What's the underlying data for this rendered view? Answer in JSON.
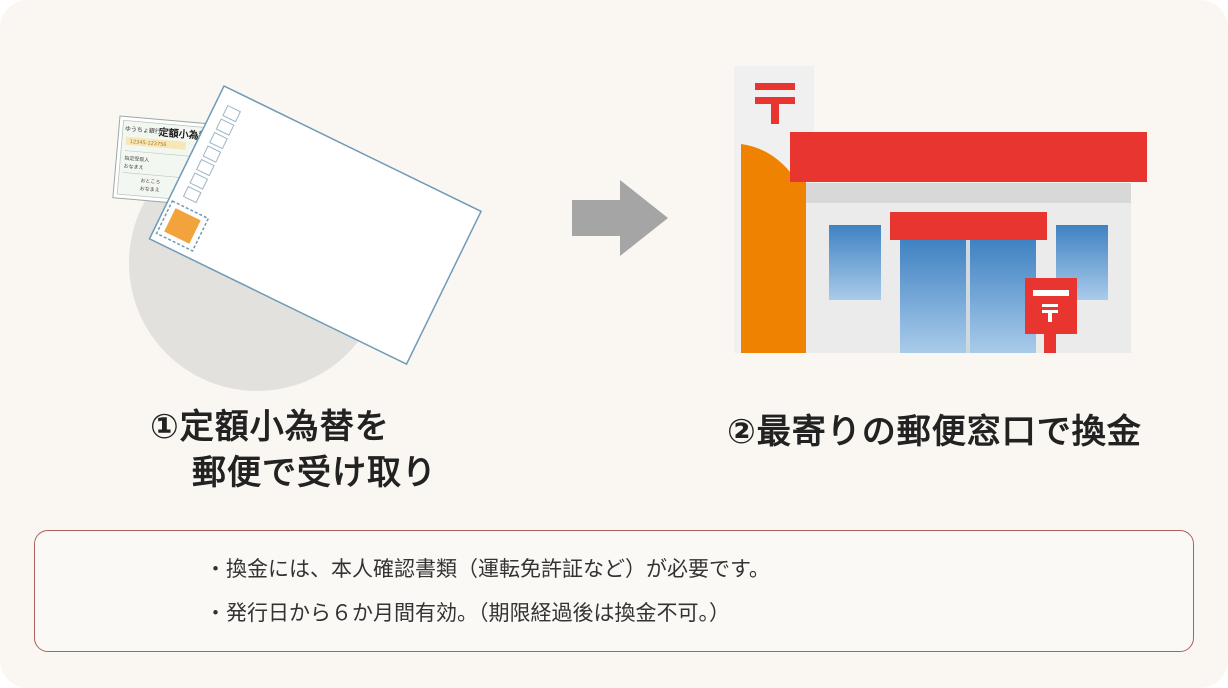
{
  "step1": {
    "line1": "①定額小為替を",
    "line2": "郵便で受け取り",
    "card_texts": {
      "bank": "ゆうちょ銀行",
      "title": "定額小為替",
      "number": "12345-123756",
      "payee_label": "指定受取人",
      "payee_sample1": "おなまえ",
      "payee_sample2": "おところ",
      "payee_sample3": "おなまえ"
    }
  },
  "step2": {
    "label": "②最寄りの郵便窓口で換金",
    "post_mark": "〒"
  },
  "notes": [
    "・換金には、本人確認書類（運転免許証など）が必要です。",
    "・発行日から６か月間有効。（期限経過後は換金不可。）"
  ],
  "colors": {
    "card_bg": "#faf7f2",
    "post_red": "#e8352f",
    "post_orange": "#ef8200",
    "window_blue": "#4f8fc8",
    "stamp_orange": "#f2a33b",
    "arrow_gray": "#a5a5a5",
    "note_border": "#b0605b"
  }
}
